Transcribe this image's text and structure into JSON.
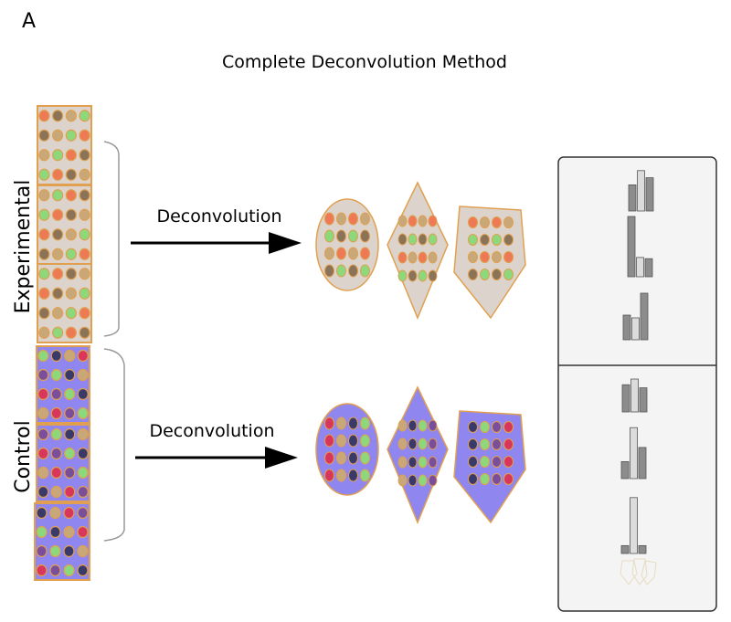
{
  "panel_label": "A",
  "title": "Complete Deconvolution Method",
  "groups": {
    "experimental": {
      "label": "Experimental",
      "arrow_label": "Deconvolution"
    },
    "control": {
      "label": "Control",
      "arrow_label": "Deconvolution"
    }
  },
  "colors": {
    "exp_fill": "#dcd4cc",
    "exp_border": "#e0a050",
    "ctrl_fill": "#8f86f0",
    "ctrl_border": "#e0a050",
    "dot_orange": "#ee7a55",
    "dot_green": "#8cd87a",
    "dot_tan": "#c8a878",
    "dot_brown": "#8a7356",
    "dot_red": "#d8365a",
    "dot_purple": "#7a4e9a",
    "dot_navy": "#3a3a6a",
    "bar_dark": "#8c8c8c",
    "bar_light": "#dcdcdc",
    "panel_bg": "#f4f4f4",
    "panel_border": "#333333"
  },
  "legend_panel": {
    "experimental_bars": [
      [
        0.55,
        0.85,
        0.7
      ],
      [
        1.0,
        0.32,
        0.3
      ],
      [
        0.45,
        0.4,
        0.85
      ]
    ],
    "control_bars": [
      [
        0.62,
        0.75,
        0.55
      ],
      [
        0.3,
        0.9,
        0.55
      ],
      [
        0.12,
        0.85,
        0.12
      ]
    ]
  }
}
